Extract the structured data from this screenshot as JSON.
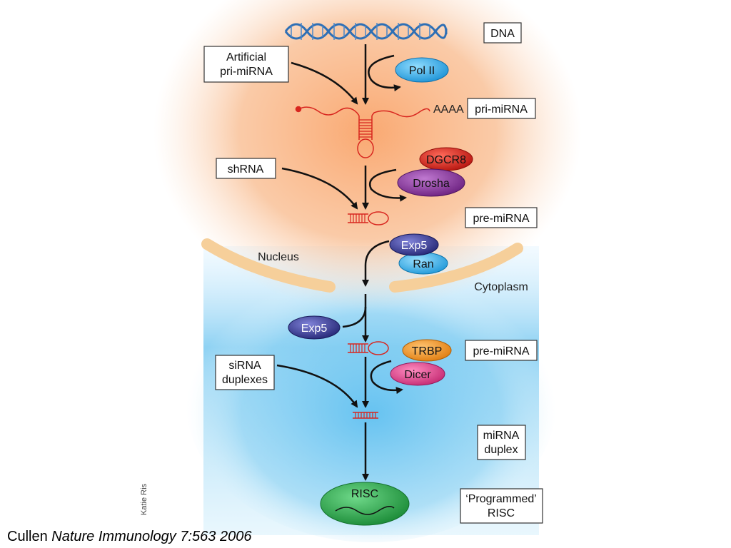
{
  "labels": {
    "dna": "DNA",
    "artificial_pri_mirna": [
      "Artificial",
      "pri-miRNA"
    ],
    "pri_mirna": "pri-miRNA",
    "aaaa": "AAAA",
    "shrna": "shRNA",
    "pre_mirna_nuclear": "pre-miRNA",
    "nucleus": "Nucleus",
    "cytoplasm": "Cytoplasm",
    "pre_mirna_cytoplasmic": "pre-miRNA",
    "sirna_duplexes": [
      "siRNA",
      "duplexes"
    ],
    "mirna_duplex": [
      "miRNA",
      "duplex"
    ],
    "programmed_risc": [
      "‘Programmed’",
      "RISC"
    ]
  },
  "proteins": {
    "pol_ii": "Pol II",
    "dgcr8": "DGCR8",
    "drosha": "Drosha",
    "exp5_nuclear": "Exp5",
    "ran": "Ran",
    "exp5_cytoplasmic": "Exp5",
    "trbp": "TRBP",
    "dicer": "Dicer",
    "risc": "RISC"
  },
  "citation": {
    "author": "Cullen ",
    "journal": "Nature Immunology 7:563 2006"
  },
  "credit": "Katie Ris",
  "colors": {
    "nucleus_bg": "#f7b98a",
    "cytoplasm_bg": "#7ccbef",
    "envelope": "#f6cf9a",
    "rna": "#d8261f",
    "dna": "#2e6fb5",
    "pol_ii": "#39b2ea",
    "dgcr8": "#d8231c",
    "drosha": "#8e3aa0",
    "exp5": "#3a3c9e",
    "ran": "#3cb6ec",
    "trbp": "#f29a2e",
    "dicer": "#e2478f",
    "risc": "#2fa64a"
  }
}
